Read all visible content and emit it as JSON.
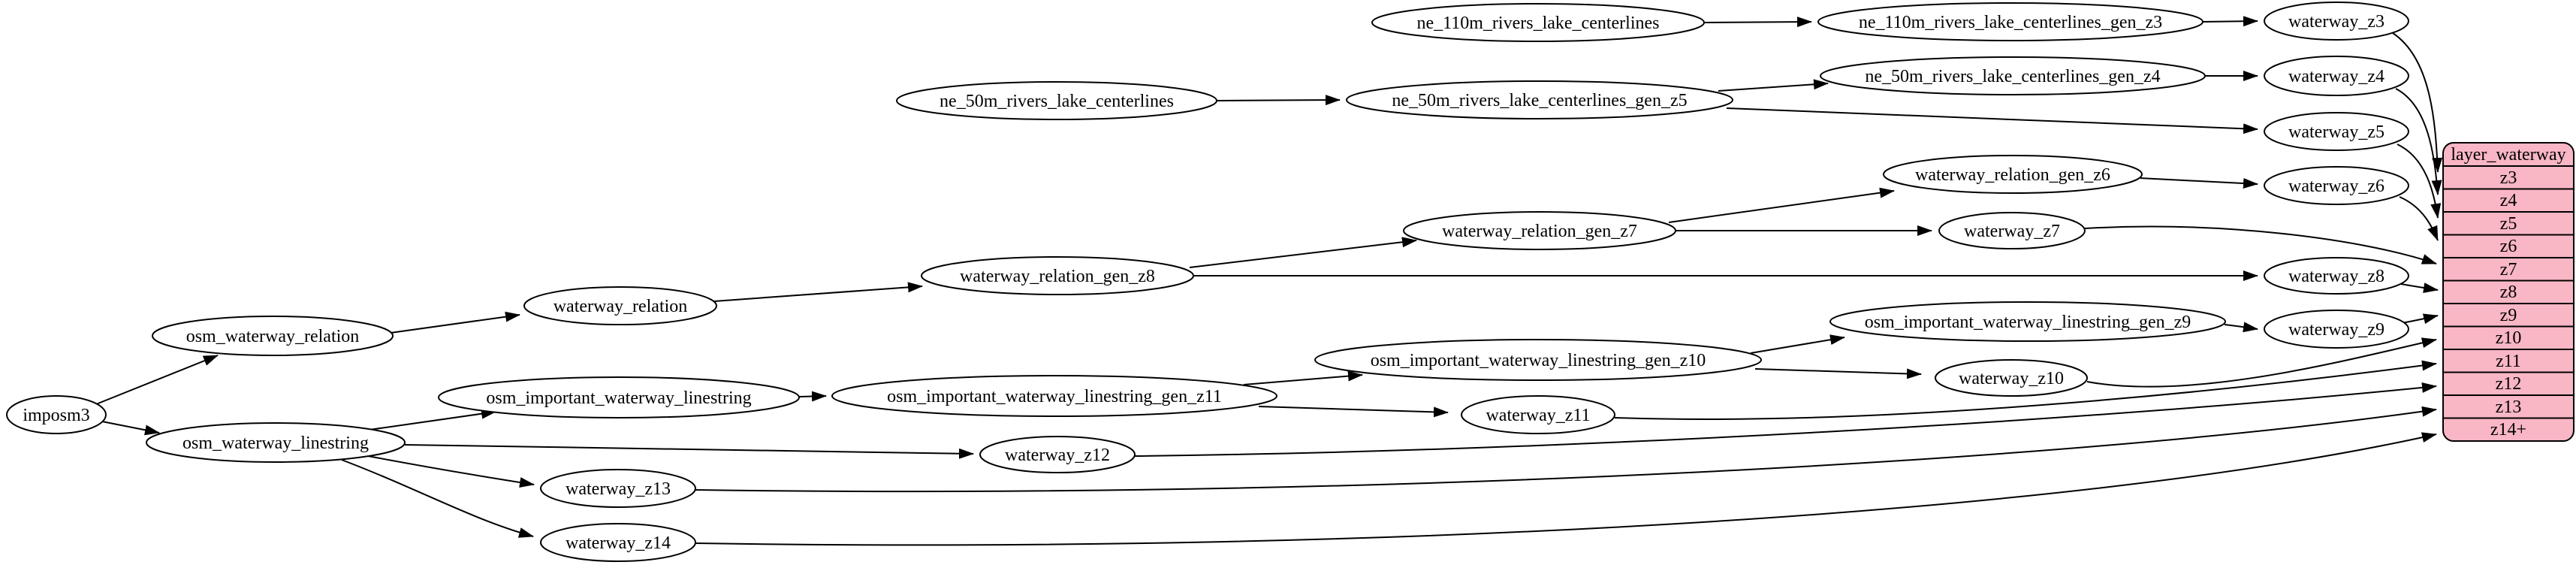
{
  "diagram": {
    "kind": "etl-dependency-graph",
    "colors": {
      "background": "#ffffff",
      "node_fill": "#ffffff",
      "node_stroke": "#000000",
      "edge": "#000000",
      "table_fill": "#f9b6c4",
      "table_stroke": "#000000"
    },
    "nodes": [
      {
        "id": "imposm3",
        "label": "imposm3"
      },
      {
        "id": "osm_waterway_relation",
        "label": "osm_waterway_relation"
      },
      {
        "id": "osm_waterway_linestring",
        "label": "osm_waterway_linestring"
      },
      {
        "id": "waterway_relation",
        "label": "waterway_relation"
      },
      {
        "id": "waterway_relation_gen_z8",
        "label": "waterway_relation_gen_z8"
      },
      {
        "id": "waterway_relation_gen_z7",
        "label": "waterway_relation_gen_z7"
      },
      {
        "id": "waterway_relation_gen_z6",
        "label": "waterway_relation_gen_z6"
      },
      {
        "id": "osm_important_waterway_linestring",
        "label": "osm_important_waterway_linestring"
      },
      {
        "id": "osm_important_waterway_linestring_gen_z11",
        "label": "osm_important_waterway_linestring_gen_z11"
      },
      {
        "id": "osm_important_waterway_linestring_gen_z10",
        "label": "osm_important_waterway_linestring_gen_z10"
      },
      {
        "id": "osm_important_waterway_linestring_gen_z9",
        "label": "osm_important_waterway_linestring_gen_z9"
      },
      {
        "id": "ne_110m_rivers_lake_centerlines",
        "label": "ne_110m_rivers_lake_centerlines"
      },
      {
        "id": "ne_110m_rivers_lake_centerlines_gen_z3",
        "label": "ne_110m_rivers_lake_centerlines_gen_z3"
      },
      {
        "id": "ne_50m_rivers_lake_centerlines",
        "label": "ne_50m_rivers_lake_centerlines"
      },
      {
        "id": "ne_50m_rivers_lake_centerlines_gen_z5",
        "label": "ne_50m_rivers_lake_centerlines_gen_z5"
      },
      {
        "id": "ne_50m_rivers_lake_centerlines_gen_z4",
        "label": "ne_50m_rivers_lake_centerlines_gen_z4"
      },
      {
        "id": "waterway_z3",
        "label": "waterway_z3"
      },
      {
        "id": "waterway_z4",
        "label": "waterway_z4"
      },
      {
        "id": "waterway_z5",
        "label": "waterway_z5"
      },
      {
        "id": "waterway_z6",
        "label": "waterway_z6"
      },
      {
        "id": "waterway_z7",
        "label": "waterway_z7"
      },
      {
        "id": "waterway_z8",
        "label": "waterway_z8"
      },
      {
        "id": "waterway_z9",
        "label": "waterway_z9"
      },
      {
        "id": "waterway_z10",
        "label": "waterway_z10"
      },
      {
        "id": "waterway_z11",
        "label": "waterway_z11"
      },
      {
        "id": "waterway_z12",
        "label": "waterway_z12"
      },
      {
        "id": "waterway_z13",
        "label": "waterway_z13"
      },
      {
        "id": "waterway_z14",
        "label": "waterway_z14"
      }
    ],
    "table": {
      "header": "layer_waterway",
      "rows": [
        "z3",
        "z4",
        "z5",
        "z6",
        "z7",
        "z8",
        "z9",
        "z10",
        "z11",
        "z12",
        "z13",
        "z14+"
      ]
    },
    "edges": [
      {
        "from": "imposm3",
        "to": "osm_waterway_relation"
      },
      {
        "from": "imposm3",
        "to": "osm_waterway_linestring"
      },
      {
        "from": "osm_waterway_relation",
        "to": "waterway_relation"
      },
      {
        "from": "waterway_relation",
        "to": "waterway_relation_gen_z8"
      },
      {
        "from": "waterway_relation_gen_z8",
        "to": "waterway_relation_gen_z7"
      },
      {
        "from": "waterway_relation_gen_z7",
        "to": "waterway_relation_gen_z6"
      },
      {
        "from": "waterway_relation_gen_z6",
        "to": "waterway_z6"
      },
      {
        "from": "waterway_relation_gen_z7",
        "to": "waterway_z7"
      },
      {
        "from": "waterway_relation_gen_z8",
        "to": "waterway_z8"
      },
      {
        "from": "osm_waterway_linestring",
        "to": "osm_important_waterway_linestring"
      },
      {
        "from": "osm_important_waterway_linestring",
        "to": "osm_important_waterway_linestring_gen_z11"
      },
      {
        "from": "osm_important_waterway_linestring_gen_z11",
        "to": "osm_important_waterway_linestring_gen_z10"
      },
      {
        "from": "osm_important_waterway_linestring_gen_z10",
        "to": "osm_important_waterway_linestring_gen_z9"
      },
      {
        "from": "osm_important_waterway_linestring_gen_z9",
        "to": "waterway_z9"
      },
      {
        "from": "osm_important_waterway_linestring_gen_z10",
        "to": "waterway_z10"
      },
      {
        "from": "osm_important_waterway_linestring_gen_z11",
        "to": "waterway_z11"
      },
      {
        "from": "osm_waterway_linestring",
        "to": "waterway_z12"
      },
      {
        "from": "osm_waterway_linestring",
        "to": "waterway_z13"
      },
      {
        "from": "osm_waterway_linestring",
        "to": "waterway_z14"
      },
      {
        "from": "ne_110m_rivers_lake_centerlines",
        "to": "ne_110m_rivers_lake_centerlines_gen_z3"
      },
      {
        "from": "ne_110m_rivers_lake_centerlines_gen_z3",
        "to": "waterway_z3"
      },
      {
        "from": "ne_50m_rivers_lake_centerlines",
        "to": "ne_50m_rivers_lake_centerlines_gen_z5"
      },
      {
        "from": "ne_50m_rivers_lake_centerlines_gen_z5",
        "to": "ne_50m_rivers_lake_centerlines_gen_z4"
      },
      {
        "from": "ne_50m_rivers_lake_centerlines_gen_z5",
        "to": "waterway_z5"
      },
      {
        "from": "ne_50m_rivers_lake_centerlines_gen_z4",
        "to": "waterway_z4"
      },
      {
        "from": "waterway_z3",
        "to": "layer_waterway:z3"
      },
      {
        "from": "waterway_z4",
        "to": "layer_waterway:z4"
      },
      {
        "from": "waterway_z5",
        "to": "layer_waterway:z5"
      },
      {
        "from": "waterway_z6",
        "to": "layer_waterway:z6"
      },
      {
        "from": "waterway_z7",
        "to": "layer_waterway:z7"
      },
      {
        "from": "waterway_z8",
        "to": "layer_waterway:z8"
      },
      {
        "from": "waterway_z9",
        "to": "layer_waterway:z9"
      },
      {
        "from": "waterway_z10",
        "to": "layer_waterway:z10"
      },
      {
        "from": "waterway_z11",
        "to": "layer_waterway:z11"
      },
      {
        "from": "waterway_z12",
        "to": "layer_waterway:z12"
      },
      {
        "from": "waterway_z13",
        "to": "layer_waterway:z13"
      },
      {
        "from": "waterway_z14",
        "to": "layer_waterway:z14+"
      }
    ]
  }
}
